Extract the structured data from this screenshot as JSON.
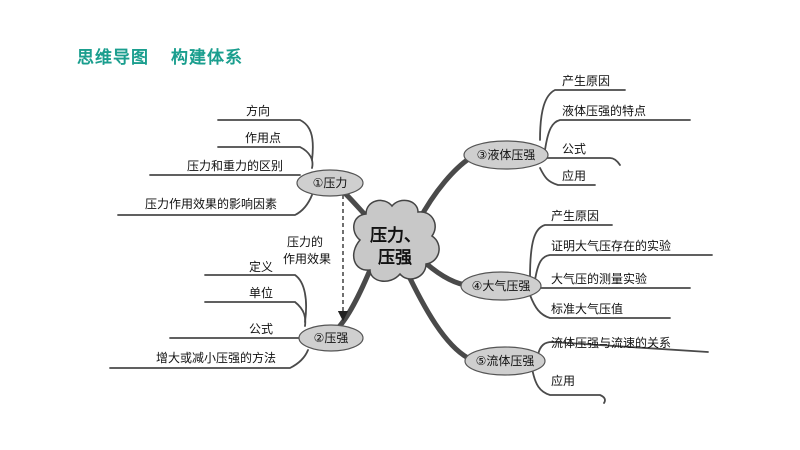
{
  "header": {
    "part1": "思维导图",
    "part2": "构建体系"
  },
  "center": {
    "line1": "压力、",
    "line2": "压强"
  },
  "nodes": {
    "pressure_force": "①压力",
    "pressure": "②压强",
    "liquid": "③液体压强",
    "atmospheric": "④大气压强",
    "fluid": "⑤流体压强"
  },
  "leaves": {
    "pressure_force": [
      "方向",
      "作用点",
      "压力和重力的区别",
      "压力作用效果的影响因素"
    ],
    "pressure": [
      "定义",
      "单位",
      "公式",
      "增大或减小压强的方法"
    ],
    "liquid": [
      "产生原因",
      "液体压强的特点",
      "公式",
      "应用"
    ],
    "atmospheric": [
      "产生原因",
      "证明大气压存在的实验",
      "大气压的测量实验",
      "标准大气压值"
    ],
    "fluid": [
      "流体压强与流速的关系",
      "应用"
    ]
  },
  "connector": {
    "line1": "压力的",
    "line2": "作用效果"
  },
  "colors": {
    "header": "#1a9e8e",
    "oval_fill": "#cfcfcf",
    "cloud_fill": "#c8c8c8",
    "line": "#4a4a4a"
  }
}
